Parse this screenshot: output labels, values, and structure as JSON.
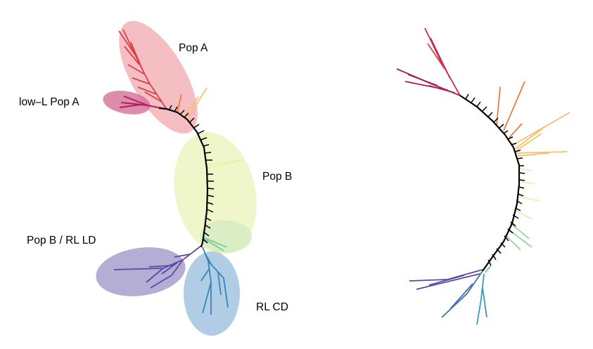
{
  "labels": {
    "pop_a": "Pop A",
    "low_l_pop_a": "low–L Pop A",
    "pop_b": "Pop B",
    "pop_b_rl_ld": "Pop B / RL LD",
    "rl_cd": "RL CD"
  },
  "colors": {
    "pop_a": "#d9414a",
    "pop_a_ellipse": "#f4b7bd",
    "low_l": "#ad1f5f",
    "low_l_ellipse": "#d2678f",
    "orange": "#ef7b43",
    "yellow": "#f6c06c",
    "pop_b_ellipse": "#eef6c6",
    "green_ellipse": "#d7ecc4",
    "green": "#7fcf9a",
    "purple": "#5a4aa0",
    "purple_ellipse": "#a79fcc",
    "blue": "#3a84b8",
    "blue_ellipse": "#a9c7e2",
    "backbone": "#000000"
  }
}
